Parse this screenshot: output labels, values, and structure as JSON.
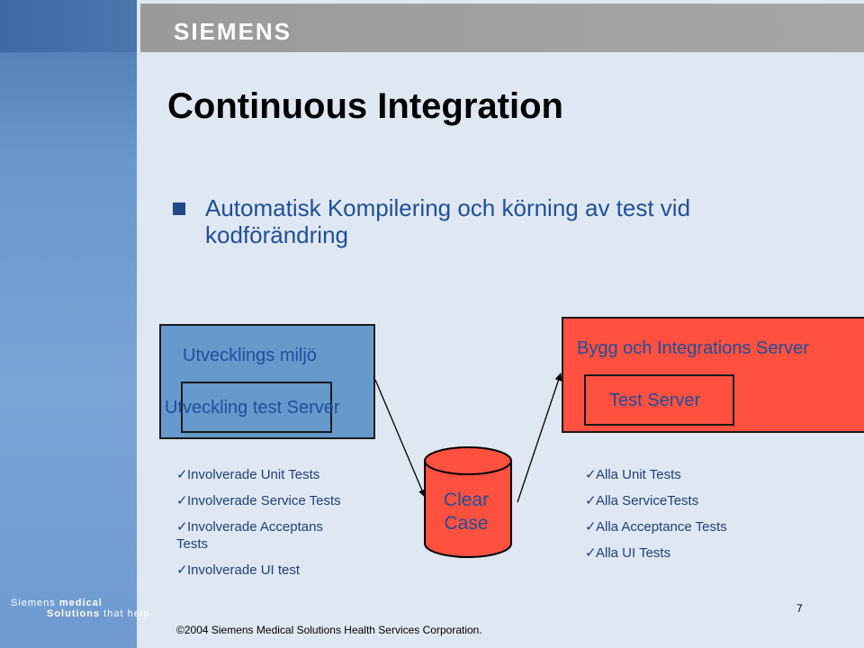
{
  "header": {
    "logo": "SIEMENS"
  },
  "slide": {
    "title": "Continuous Integration",
    "bullet": "Automatisk Kompilering och körning av test vid kodförändring"
  },
  "dev_env": {
    "title": "Utvecklings miljö",
    "server": "Utveckling test Server",
    "checks": [
      "Involverade Unit Tests",
      "Involverade Service Tests",
      "Involverade Acceptans Tests",
      "Involverade UI  test"
    ]
  },
  "build_env": {
    "title": "Bygg och Integrations Server",
    "server": "Test Server",
    "checks": [
      "Alla Unit Tests",
      "Alla ServiceTests",
      "Alla Acceptance Tests",
      "Alla UI Tests"
    ]
  },
  "repository": {
    "line1": "Clear",
    "line2": "Case"
  },
  "colors": {
    "dev_box": "#6699cc",
    "build_box": "#ff5040",
    "text_blue": "#1f4f9a"
  },
  "footer": {
    "logo_line1_a": "Siemens",
    "logo_line1_b": "medical",
    "logo_line2_a": "Solutions",
    "logo_line2_b": "that help",
    "page_number": "7",
    "copyright": "©2004 Siemens Medical Solutions Health Services Corporation."
  }
}
